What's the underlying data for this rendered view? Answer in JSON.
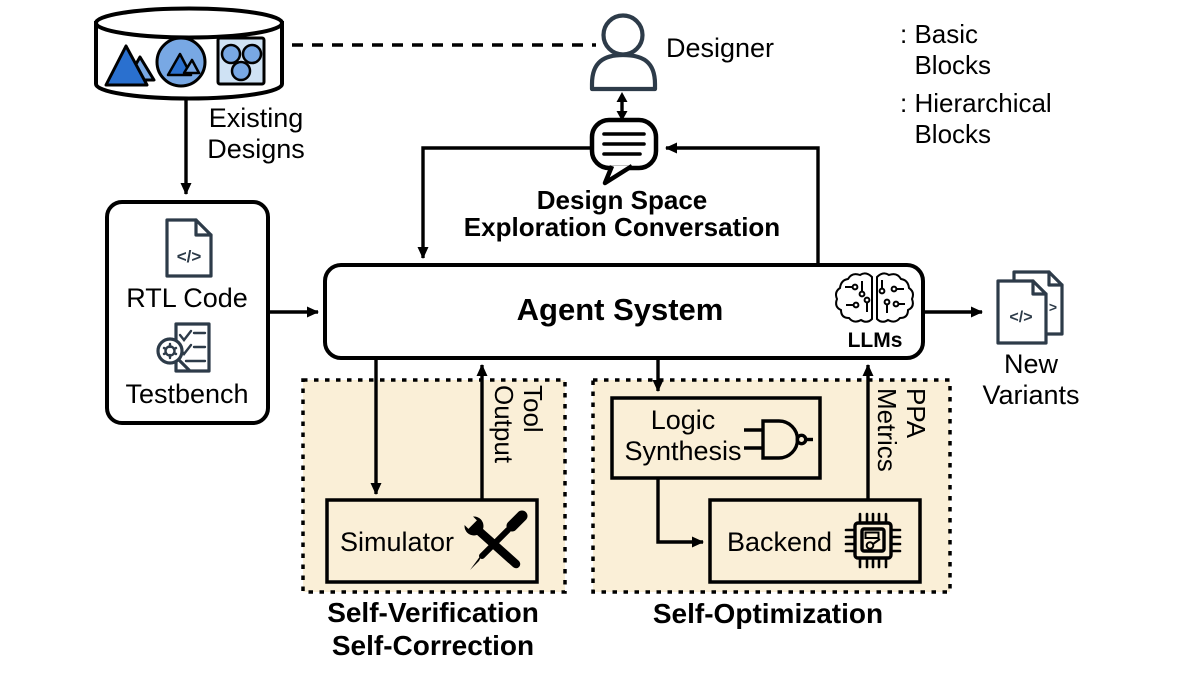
{
  "colors": {
    "cream": "#faefd7",
    "blue_dark": "#2a70cf",
    "blue_mid": "#78a8e4",
    "blue_light": "#cfe2f4",
    "icon_navy": "#2d3b49"
  },
  "database": {
    "label": "Existing\nDesigns"
  },
  "designer": {
    "label": "Designer"
  },
  "legend": {
    "basic_label": ": Basic\n  Blocks",
    "hierarchical_label": ": Hierarchical\n  Blocks"
  },
  "conversation": {
    "label": "Design Space\nExploration Conversation"
  },
  "inputs": {
    "rtl_label": "RTL Code",
    "testbench_label": "Testbench",
    "code_glyph": "</>"
  },
  "agent": {
    "title": "Agent System",
    "llms_label": "LLMs"
  },
  "output": {
    "label": "New\nVariants",
    "code_glyph": "</>",
    "back_glyph": ">"
  },
  "verification": {
    "box_label": "Simulator",
    "feedback_label": "Tool\nOutput",
    "caption": "Self-Verification\nSelf-Correction"
  },
  "optimization": {
    "synthesis_label": "Logic\nSynthesis",
    "backend_label": "Backend",
    "feedback_label": "PPA\nMetrics",
    "caption": "Self-Optimization"
  }
}
